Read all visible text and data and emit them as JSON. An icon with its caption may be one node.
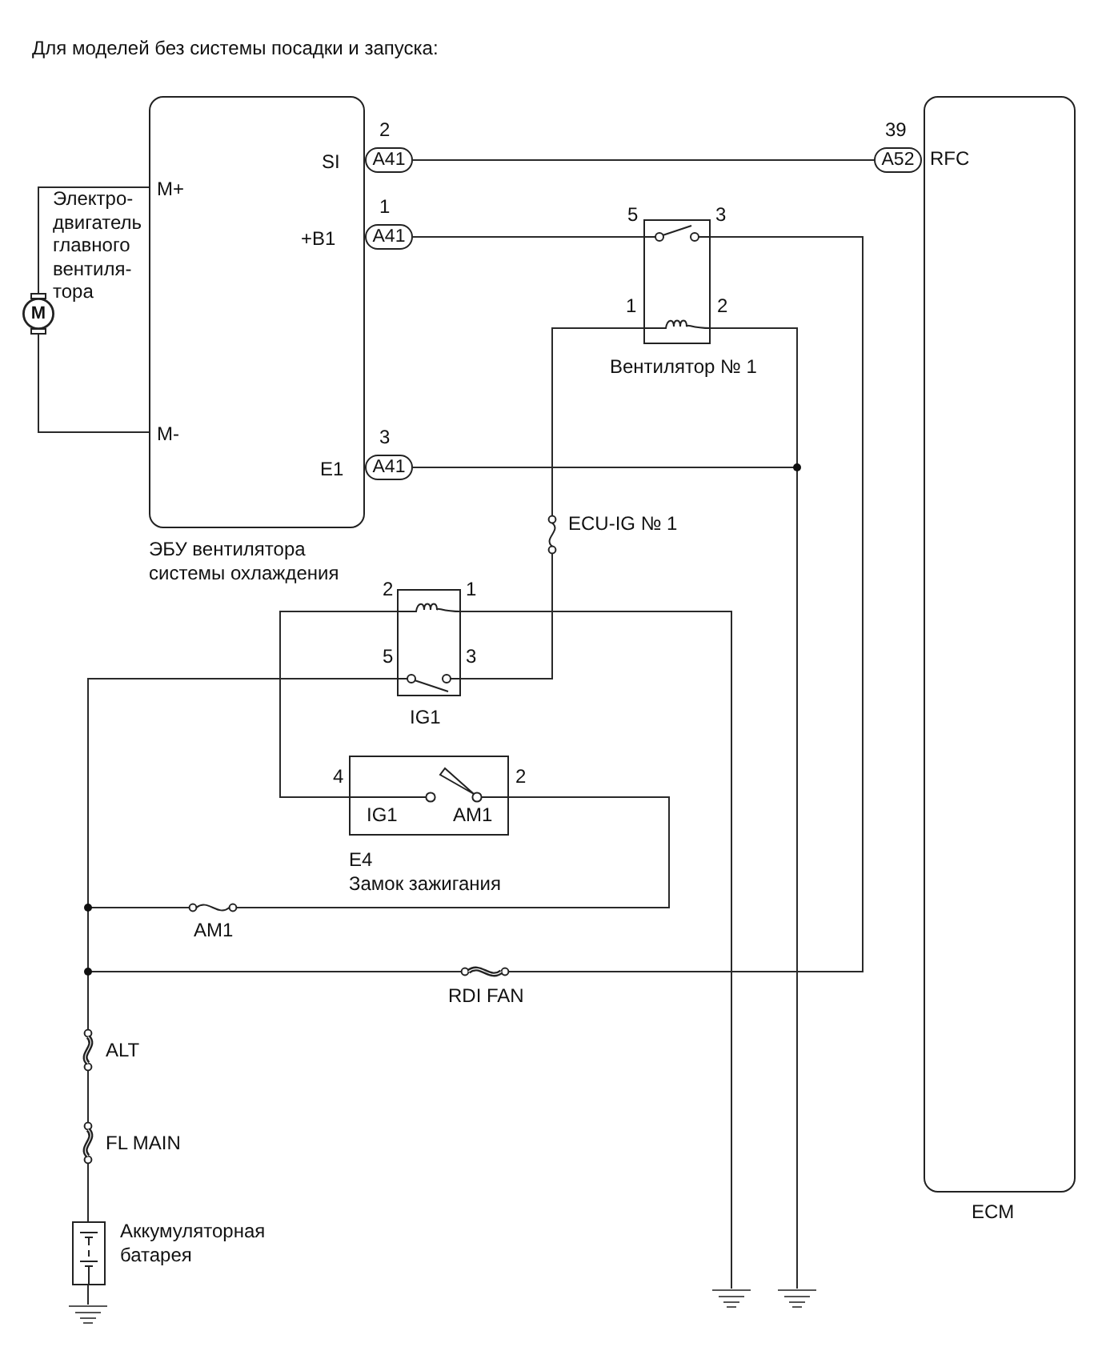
{
  "diagram": {
    "title": "Для моделей без системы посадки и запуска:",
    "nodes": [
      {
        "text": [
          "M+",
          "M-",
          "SI",
          "+B1",
          "E1"
        ],
        "beside": [
          "ЭБУ вентилятора системы охлаждения"
        ]
      },
      {
        "text": [
          "A41"
        ],
        "beside": [
          "2"
        ]
      },
      {
        "text": [
          "A41"
        ],
        "beside": [
          "1"
        ]
      },
      {
        "text": [
          "A41"
        ],
        "beside": [
          "3"
        ]
      },
      {
        "text": [
          "RFC"
        ],
        "beside": [
          "ECM"
        ]
      },
      {
        "text": [
          "A52"
        ],
        "beside": [
          "39"
        ]
      },
      {
        "text": [
          "M"
        ],
        "beside": [
          "Электро- двигатель главного вентиля- тора"
        ]
      },
      {
        "text": [],
        "shape": "box",
        "beside": [
          "5",
          "3",
          "1",
          "2",
          "Вентилятор № 1"
        ]
      },
      {
        "text": [],
        "shape": "box",
        "beside": [
          "2",
          "1",
          "5",
          "3",
          "IG1"
        ]
      },
      {
        "text": [
          "IG1",
          "AM1"
        ],
        "beside": [
          "4",
          "2",
          "E4",
          "Замок зажигания"
        ]
      },
      {
        "text": [],
        "shape": "fuse",
        "beside": [
          "ECU-IG № 1"
        ]
      },
      {
        "text": [],
        "shape": "fuse",
        "beside": [
          "AM1"
        ]
      },
      {
        "text": [],
        "shape": "fuse",
        "beside": [
          "RDI FAN"
        ]
      },
      {
        "text": [],
        "shape": "fuse",
        "beside": [
          "ALT"
        ]
      },
      {
        "text": [],
        "shape": "fuse",
        "beside": [
          "FL MAIN"
        ]
      },
      {
        "text": [],
        "shape": "battery",
        "beside": [
          "Аккумуляторная батарея"
        ]
      },
      {
        "text": [],
        "shape": "ground"
      },
      {
        "text": [],
        "shape": "ground"
      },
      {
        "text": [],
        "shape": "ground"
      }
    ],
    "edges": [
      {
        "from": 1,
        "to": 5,
        "arrow": "none"
      },
      {
        "from": 2,
        "to": 7,
        "arrow": "none"
      },
      {
        "from": 7,
        "to": 12,
        "arrow": "none"
      },
      {
        "from": 7,
        "to": 10,
        "arrow": "none"
      },
      {
        "from": 10,
        "to": 8,
        "arrow": "none"
      },
      {
        "from": 7,
        "to": 18,
        "arrow": "none"
      },
      {
        "from": 3,
        "to": 18,
        "arrow": "none"
      },
      {
        "from": 8,
        "to": 17,
        "arrow": "none"
      },
      {
        "from": 8,
        "to": 9,
        "arrow": "none"
      },
      {
        "from": 13,
        "to": 8,
        "arrow": "none"
      },
      {
        "from": 13,
        "to": 11,
        "arrow": "none"
      },
      {
        "from": 13,
        "to": 12,
        "arrow": "none"
      },
      {
        "from": 9,
        "to": 11,
        "arrow": "none"
      },
      {
        "from": 13,
        "to": 14,
        "arrow": "none"
      },
      {
        "from": 14,
        "to": 15,
        "arrow": "none"
      },
      {
        "from": 15,
        "to": 16,
        "arrow": "none"
      },
      {
        "from": 0,
        "to": 6,
        "arrow": "none"
      },
      {
        "from": 6,
        "to": 0,
        "arrow": "none"
      }
    ]
  }
}
